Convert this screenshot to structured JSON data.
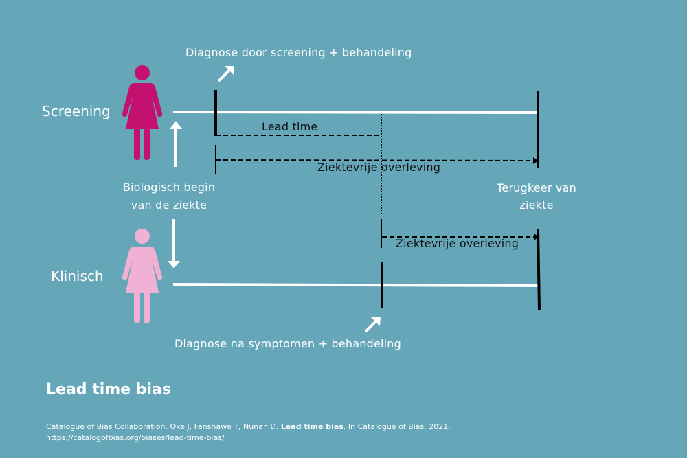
{
  "colors": {
    "background": "#65a6b8",
    "screening_figure": "#c4106f",
    "clinical_figure": "#f0b1d4",
    "line": "#ffffff",
    "marker": "#000000"
  },
  "rows": {
    "screening": "Screening",
    "clinical": "Klinisch"
  },
  "labels": {
    "diagnosis_screening": "Diagnose door screening + behandeling",
    "lead_time": "Lead time",
    "disease_free_survival_screening": "Ziektevrije overleving",
    "biological_onset_line1": "Biologisch begin",
    "biological_onset_line2": "van de ziekte",
    "recurrence_line1": "Terugkeer van",
    "recurrence_line2": "ziekte",
    "disease_free_survival_clinical": "Ziektevrije overleving",
    "diagnosis_clinical": "Diagnose na symptomen + behandeling"
  },
  "footer": {
    "title": "Lead time bias",
    "citation_prefix": "Catalogue of Bias Collaboration. Oke J, Fanshawe T, Nunan D. ",
    "citation_bold": "Lead time bias",
    "citation_suffix": ". In Catalogue of Bias. 2021.",
    "citation_url": "https://catalogofbias.org/biases/lead-time-bias/"
  }
}
